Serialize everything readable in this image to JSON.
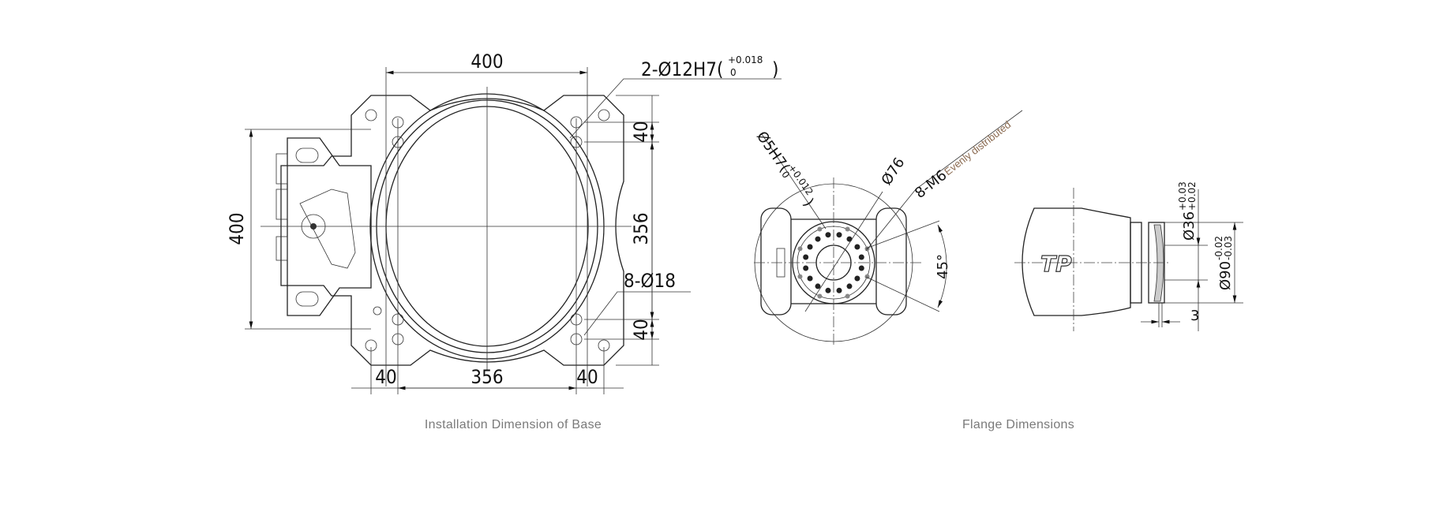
{
  "base_drawing": {
    "caption": "Installation Dimension of Base",
    "dim_top_width": "400",
    "dim_left_height": "400",
    "dim_right_top": "40",
    "dim_right_middle": "356",
    "dim_right_bottom": "40",
    "dim_bottom_left": "40",
    "dim_bottom_middle": "356",
    "dim_bottom_right": "40",
    "pin_hole_callout": "2-Ø12H7(",
    "pin_hole_tol_upper": "+0.018",
    "pin_hole_tol_lower": "0",
    "pin_hole_close": ")",
    "bolt_hole_callout": "8-Ø18"
  },
  "flange_drawing": {
    "caption": "Flange Dimensions",
    "pin_callout": "Ø5H7(",
    "pin_tol_upper": "+0.012",
    "pin_tol_lower": "0",
    "pin_close": ")",
    "pcd_callout": "Ø76",
    "thread_callout": "8-M6",
    "thread_note": "Evenly distributed",
    "angle": "45°",
    "inner_dia": "Ø36",
    "inner_tol_upper": "+0.03",
    "inner_tol_lower": "+0.02",
    "outer_dia": "Ø90",
    "outer_tol_upper": "-0.02",
    "outer_tol_lower": "-0.03",
    "depth": "3",
    "logo_text": "TP"
  },
  "colors": {
    "line": "#222222",
    "caption": "#7a7a7a",
    "note": "#8a6a50"
  }
}
